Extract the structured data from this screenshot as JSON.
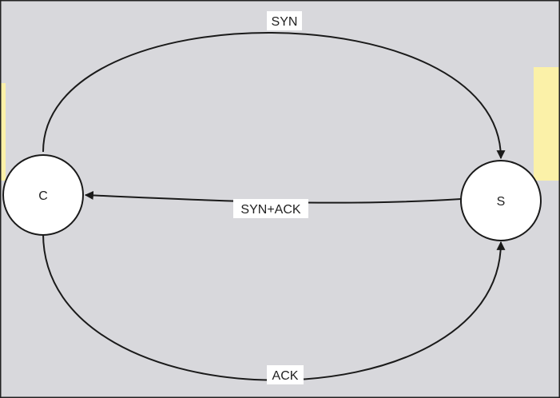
{
  "nodes": {
    "client": {
      "label": "C"
    },
    "server": {
      "label": "S"
    }
  },
  "edges": {
    "syn": {
      "label": "SYN",
      "from": "C",
      "to": "S"
    },
    "syn_ack": {
      "label": "SYN+ACK",
      "from": "S",
      "to": "C"
    },
    "ack": {
      "label": "ACK",
      "from": "C",
      "to": "S"
    }
  },
  "colors": {
    "background": "#d8d8dc",
    "node_fill": "#ffffff",
    "stroke": "#1a1a1a",
    "side_tab": "#fbf1a8",
    "frame": "#222222"
  }
}
